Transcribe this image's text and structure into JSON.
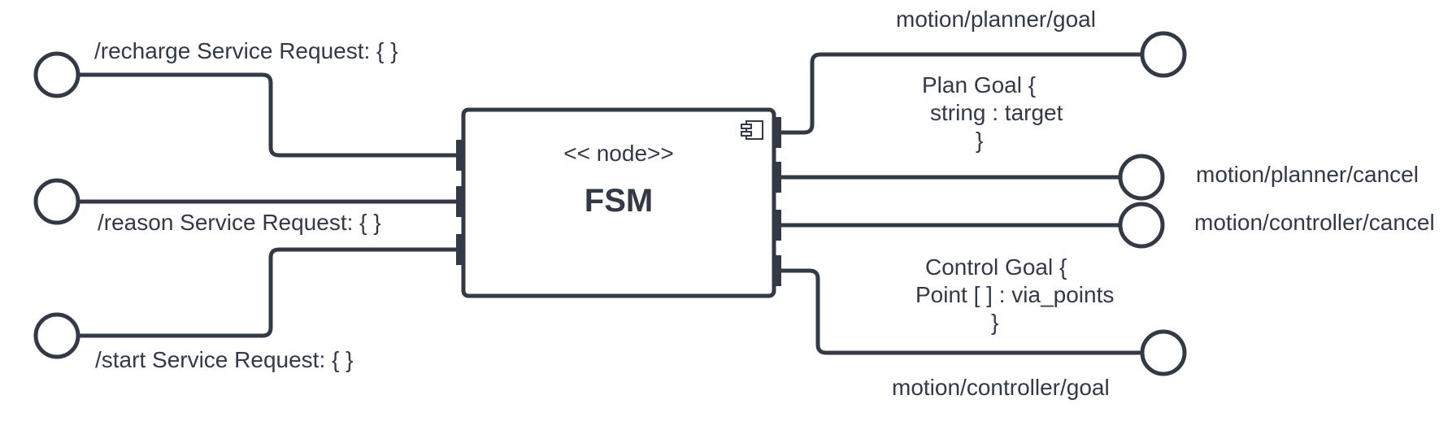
{
  "node": {
    "stereotype": "<< node>>",
    "name": "FSM"
  },
  "left": {
    "recharge": "/recharge Service Request: { }",
    "reason": "/reason Service Request: { }",
    "start": "/start Service Request: { }"
  },
  "right": {
    "planner_goal": "motion/planner/goal",
    "plan_goal": [
      "Plan Goal {",
      "string : target",
      "}"
    ],
    "planner_cancel": "motion/planner/cancel",
    "controller_cancel": "motion/controller/cancel",
    "control_goal": [
      "Control Goal {",
      "Point [ ] : via_points",
      "}"
    ],
    "controller_goal": "motion/controller/goal"
  },
  "icons": {
    "component": "uml-component-icon"
  },
  "colors": {
    "stroke": "#333a45",
    "text": "#333a45",
    "background": "#ffffff"
  }
}
